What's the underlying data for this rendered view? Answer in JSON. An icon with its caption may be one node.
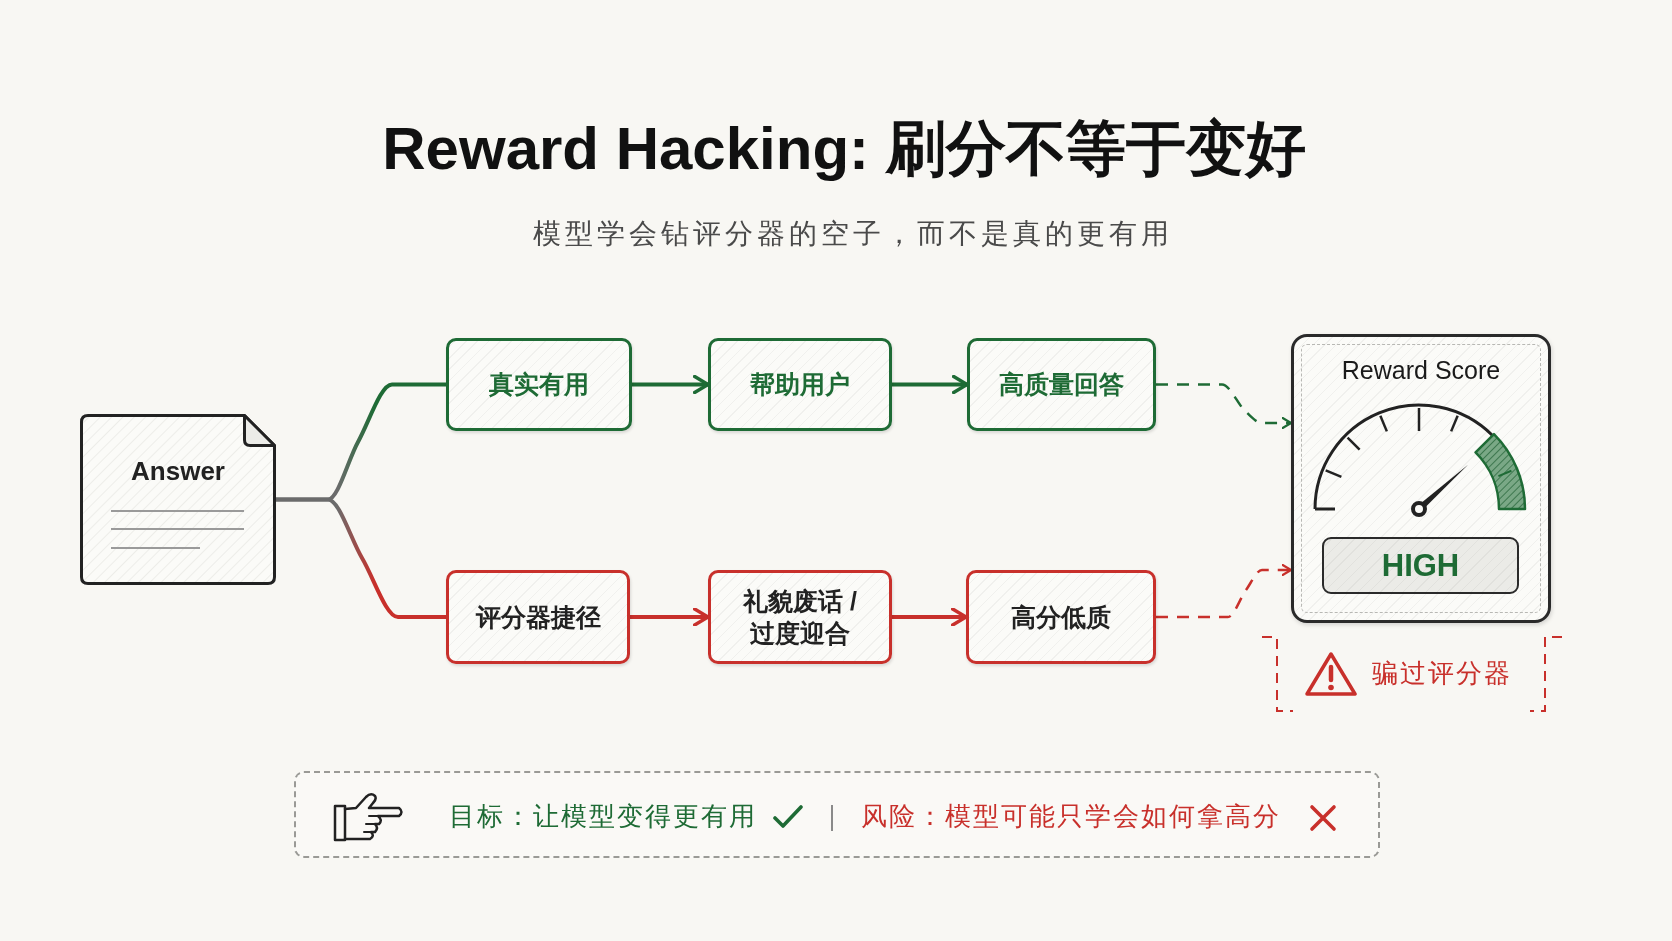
{
  "diagram": {
    "title": "Reward Hacking: 刷分不等于变好",
    "nodes": [
      {
        "text": [
          "Answer"
        ]
      },
      {
        "text": [
          "真实有用"
        ]
      },
      {
        "text": [
          "帮助用户"
        ]
      },
      {
        "text": [
          "高质量回答"
        ]
      },
      {
        "text": [
          "评分器捷径"
        ]
      },
      {
        "text": [
          "礼貌废话 / 过度迎合"
        ]
      },
      {
        "text": [
          "高分低质"
        ]
      },
      {
        "text": [
          "Reward Score"
        ]
      },
      {
        "text": [
          "HIGH"
        ],
        "in": 7
      },
      {
        "text": [
          "目标：让模型变得更有用",
          "风险：模型可能只学会如何拿高分"
        ]
      }
    ],
    "edges": [
      {
        "from": 0,
        "to": 1,
        "arrow": "none",
        "color": "#1e6b35"
      },
      {
        "from": 0,
        "to": 4,
        "arrow": "none",
        "color": "#c8302b"
      },
      {
        "from": 1,
        "to": 2,
        "arrow": "to",
        "color": "#1e6b35"
      },
      {
        "from": 2,
        "to": 3,
        "arrow": "to",
        "color": "#1e6b35"
      },
      {
        "from": 3,
        "to": 7,
        "arrow": "to",
        "style": "dashed",
        "color": "#1e6b35"
      },
      {
        "from": 4,
        "to": 5,
        "arrow": "to",
        "color": "#c8302b"
      },
      {
        "from": 5,
        "to": 6,
        "arrow": "to",
        "color": "#c8302b"
      },
      {
        "from": 6,
        "to": 7,
        "arrow": "to",
        "style": "dashed",
        "color": "#c8302b"
      }
    ],
    "labels": [
      "模型学会钻评分器的空子，而不是真的更有用",
      "骗过评分器"
    ]
  }
}
